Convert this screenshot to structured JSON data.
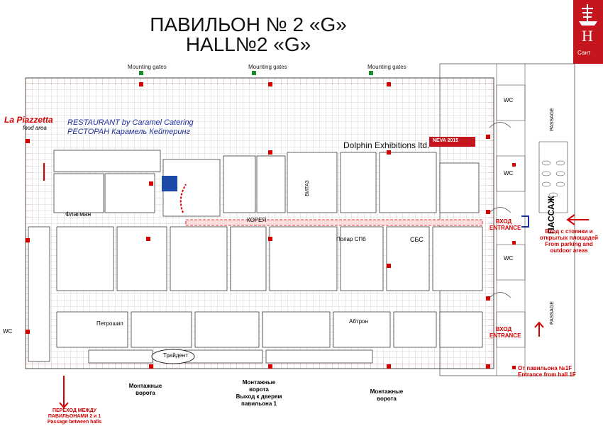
{
  "title": {
    "line1": "ПАВИЛЬОН № 2 «G»",
    "line2": "HALL№2 «G»"
  },
  "brand": {
    "letter": "H",
    "caption": "Сант"
  },
  "mounting_gates_top": [
    "Mounting gates",
    "Mounting gates",
    "Mounting gates"
  ],
  "restaurant": {
    "en": "RESTAURANT by Caramel Catering",
    "ru": "РЕСТОРАН  Карамель Кейтеринг"
  },
  "la_piazzetta": {
    "name": "La Piazzetta",
    "sub": "food area"
  },
  "dolphin": "Dolphin Exhibitions ltd.",
  "nena_banner": "NEVA 2015",
  "passage_top": "PASSAGE",
  "passage_bottom": "PASSAGE",
  "passage_ru": "ПАССАЖ",
  "wc": [
    "WC",
    "WC",
    "WC",
    "WC"
  ],
  "entrance_1": {
    "ru": "ВХОД",
    "en": "ENTRANCE"
  },
  "entrance_2": {
    "ru": "ВХОД",
    "en": "ENTRANCE"
  },
  "parking": {
    "ru": "Вход с стоянки и открытых площадей",
    "en": "From parking and outdoor areas"
  },
  "from_1f": {
    "ru": "От  павильона №1F",
    "en": "Entrance from hall 1F"
  },
  "passage_between": {
    "ru": "ПЕРЕХОД МЕЖДУ ПАВИЛЬОНАМИ 2 и 1",
    "en": "Passage between halls"
  },
  "bottom_gates": {
    "left": [
      "Монтажные",
      "ворота"
    ],
    "center": [
      "Монтажные",
      "ворота",
      "Выход к дверям",
      "павильона 1"
    ],
    "right": [
      "Монтажные",
      "ворота"
    ]
  },
  "stands": {
    "flagman": "Флагман",
    "korea": "КОРЕЯ",
    "popular": "Попар СПб",
    "sbs": "СБС",
    "petrosh": "Петрошип",
    "abtron": "Абтрон",
    "trident": "Трайдент",
    "vita": "ВИТАЗ"
  },
  "colors": {
    "accent_red": "#d40000",
    "blue_text": "#1f2f9a",
    "grid": "#7a7a7a",
    "green_tag": "#1a8a2a"
  }
}
